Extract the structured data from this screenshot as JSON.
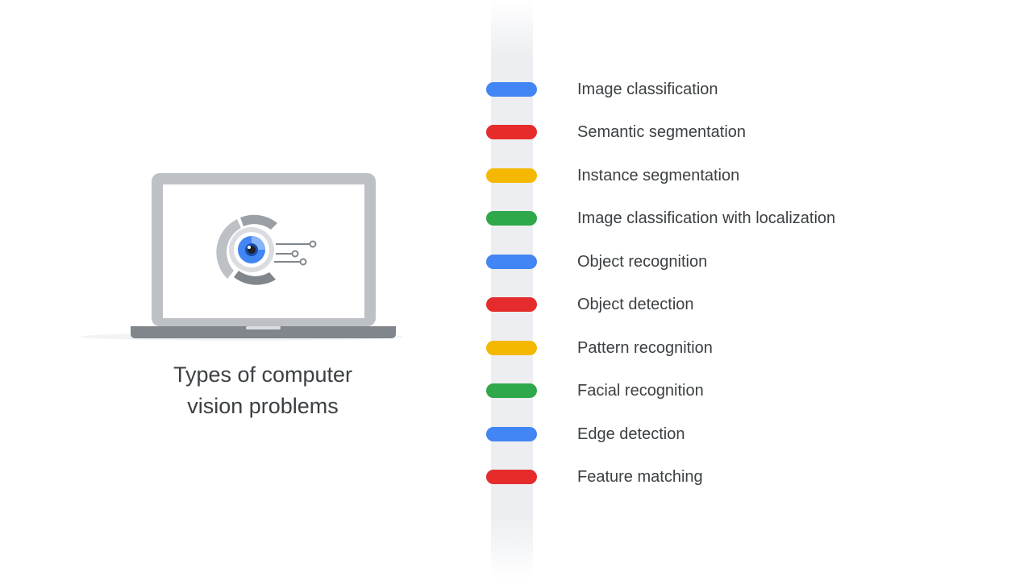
{
  "caption": {
    "line1": "Types of computer",
    "line2": "vision problems"
  },
  "colors": {
    "blue": "#4285f4",
    "red": "#ea4335",
    "yellow": "#fbbc04",
    "green": "#34a853"
  },
  "items": [
    {
      "label": "Image classification",
      "color": "#4285f4"
    },
    {
      "label": "Semantic segmentation",
      "color": "#e52b2b"
    },
    {
      "label": "Instance segmentation",
      "color": "#f5b800"
    },
    {
      "label": "Image classification with localization",
      "color": "#2ea84a"
    },
    {
      "label": "Object recognition",
      "color": "#4285f4"
    },
    {
      "label": "Object detection",
      "color": "#e52b2b"
    },
    {
      "label": "Pattern recognition",
      "color": "#f5b800"
    },
    {
      "label": "Facial recognition",
      "color": "#2ea84a"
    },
    {
      "label": "Edge detection",
      "color": "#4285f4"
    },
    {
      "label": "Feature matching",
      "color": "#e52b2b"
    }
  ],
  "icons": {
    "laptop": "laptop-icon",
    "eye": "eye-icon",
    "circuit": "circuit-icon"
  }
}
